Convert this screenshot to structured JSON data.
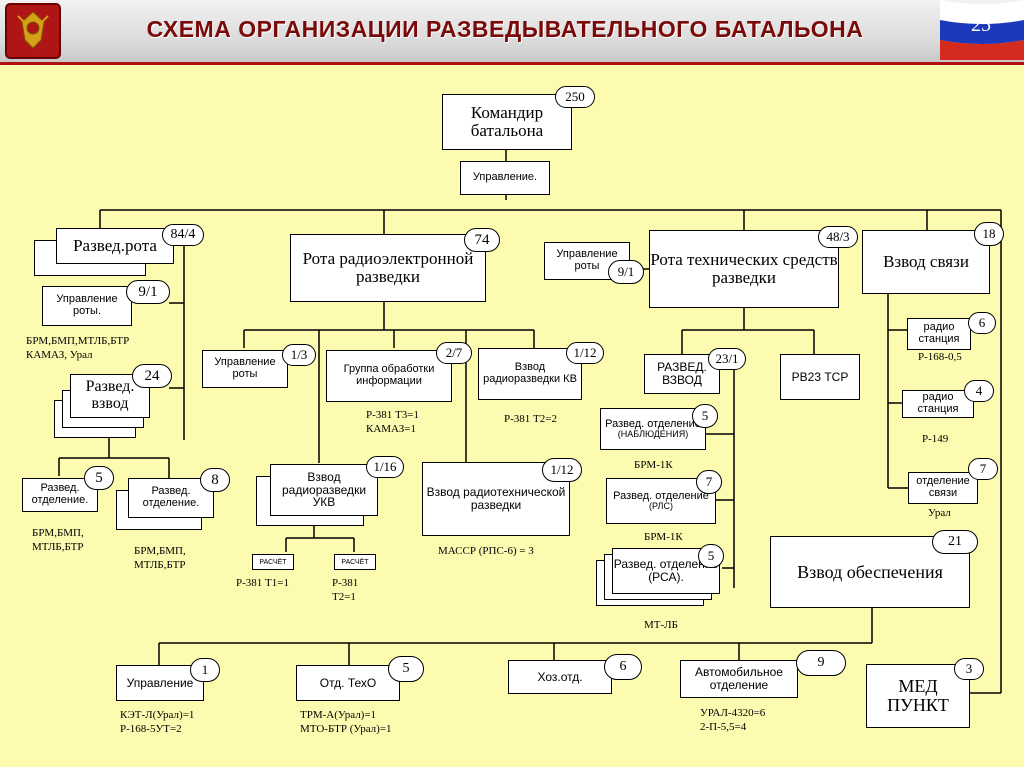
{
  "header": {
    "title": "СХЕМА ОРГАНИЗАЦИИ РАЗВЕДЫВАТЕЛЬНОГО БАТАЛЬОНА",
    "page_number": "25"
  },
  "units": {
    "commander": {
      "label": "Командир батальона",
      "count": "250"
    },
    "upravlenie": {
      "label": "Управление."
    },
    "razved_rota": {
      "label": "Развед.рота",
      "count": "84/4"
    },
    "rota_upr": {
      "label": "Управление роты.",
      "count": "9/1"
    },
    "razved_vzvod": {
      "label": "Развед. взвод",
      "count": "24"
    },
    "otdelenie_a": {
      "label": "Развед. отделение.",
      "count": "5"
    },
    "otdelenie_b": {
      "label": "Развед. отделение.",
      "count": "8"
    },
    "rota_rer": {
      "label": "Рота радиоэлектронной разведки",
      "count": "74"
    },
    "rer_upr": {
      "label": "Управление роты",
      "count": "1/3"
    },
    "gruppa": {
      "label": "Группа обработки информации",
      "count": "2/7"
    },
    "vzvod_kv": {
      "label": "Взвод радиоразведки КВ",
      "count": "1/12"
    },
    "vzvod_ukv": {
      "label": "Взвод радиоразведки УКВ",
      "count": "1/16"
    },
    "vzvod_rtr": {
      "label": "Взвод радиотехнической разведки",
      "count": "1/12"
    },
    "raschet_1": {
      "label": "РАСЧЁТ"
    },
    "raschet_2": {
      "label": "РАСЧЁТ"
    },
    "tsr_upr": {
      "label": "Управление роты",
      "count": "9/1"
    },
    "rota_tsr": {
      "label": "Рота технических средств разведки",
      "count": "48/3"
    },
    "tsr_vzvod": {
      "label": "РАЗВЕД. ВЗВОД",
      "count": "23/1"
    },
    "rv23": {
      "label": "РВ23 ТСР"
    },
    "otd_nabl": {
      "label": "Развед. отделение",
      "sub": "(НАБЛЮДЕНИЯ)",
      "count": "5"
    },
    "otd_rls": {
      "label": "Развед. отделение",
      "sub": "(РЛС)",
      "count": "7"
    },
    "otd_rsa": {
      "label": "Развед. отделение (РСА).",
      "count": "5"
    },
    "vzvod_svyazi": {
      "label": "Взвод связи",
      "count": "18"
    },
    "radio_1": {
      "label": "радио станция",
      "count": "6"
    },
    "radio_2": {
      "label": "радио станция",
      "count": "4"
    },
    "otd_svyazi": {
      "label": "отделение связи",
      "count": "7"
    },
    "vzvod_obesp": {
      "label": "Взвод обеспечения",
      "count": "21"
    },
    "med": {
      "label": "МЕД ПУНКТ",
      "count": "3"
    },
    "upr_bottom": {
      "label": "Управление",
      "count": "1"
    },
    "teho": {
      "label": "Отд. ТехО",
      "count": "5"
    },
    "hoz": {
      "label": "Хоз.отд.",
      "count": "6"
    },
    "avto": {
      "label": "Автомобильное отделение",
      "count": "9"
    }
  },
  "notes": {
    "rota_equipment": "БРМ,БМП,МТЛБ,БТР\nКАМАЗ, Урал",
    "otd_a_equipment": "БРМ,БМП,\nМТЛБ,БТР",
    "otd_b_equipment": "БРМ,БМП,\nМТЛБ,БТР",
    "gruppa_equipment": "Р-381 Т3=1\nКАМАЗ=1",
    "kv_equipment": "Р-381 Т2=2",
    "rtr_equipment": "МАССР (РПС-6) = 3",
    "raschet_1_equipment": "Р-381 Т1=1",
    "raschet_2_equipment": "Р-381\nТ2=1",
    "nabl_equipment": "БРМ-1К",
    "rls_equipment": "БРМ-1К",
    "rsa_equipment": "МТ-ЛБ",
    "radio_1_equipment": "Р-168-0,5",
    "radio_2_equipment": "Р-149",
    "svyazi_equipment": "Урал",
    "upr_bottom_equipment": "КЭТ-Л(Урал)=1\nР-168-5УТ=2",
    "teho_equipment": "ТРМ-А(Урал)=1\nМТО-БТР (Урал)=1",
    "avto_equipment": "УРАЛ-4320=6\n2-П-5,5=4"
  },
  "colors": {
    "background": "#fdfbb0",
    "title": "#7a0a0a",
    "header_line": "#b01010"
  },
  "icons": [
    "emblem-icon",
    "russian-flag-icon"
  ]
}
